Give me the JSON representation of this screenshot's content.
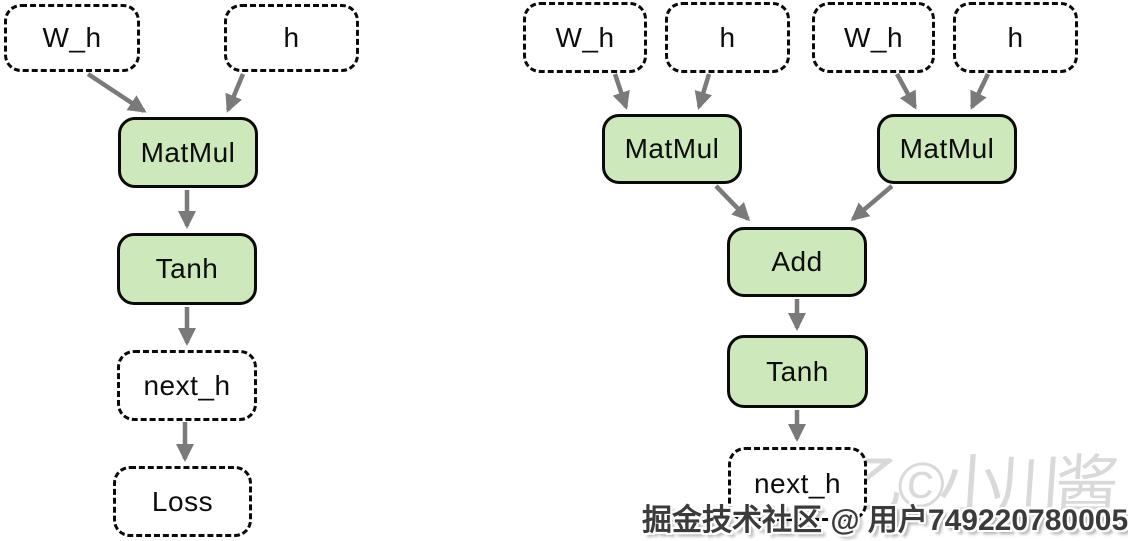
{
  "colors": {
    "op_fill": "#cde8ba",
    "node_border": "#0a0a0a",
    "arrow": "#7a7a7a",
    "watermark_color": "#3b3b3b",
    "faint_watermark_color": "#d9d9d9",
    "canvas_bg": "#ffffff"
  },
  "diagram": {
    "left_graph": {
      "nodes": [
        {
          "label": "W_h",
          "kind": "tensor-dashed"
        },
        {
          "label": "h",
          "kind": "tensor-dashed"
        },
        {
          "label": "MatMul",
          "kind": "op-green"
        },
        {
          "label": "Tanh",
          "kind": "op-green"
        },
        {
          "label": "next_h",
          "kind": "tensor-dashed"
        },
        {
          "label": "Loss",
          "kind": "tensor-dashed"
        }
      ],
      "edges": [
        "W_h -> MatMul",
        "h -> MatMul",
        "MatMul -> Tanh",
        "Tanh -> next_h",
        "next_h -> Loss"
      ]
    },
    "right_graph": {
      "nodes": [
        {
          "label": "W_h",
          "kind": "tensor-dashed"
        },
        {
          "label": "h",
          "kind": "tensor-dashed"
        },
        {
          "label": "W_h",
          "kind": "tensor-dashed"
        },
        {
          "label": "h",
          "kind": "tensor-dashed"
        },
        {
          "label": "MatMul",
          "kind": "op-green"
        },
        {
          "label": "MatMul",
          "kind": "op-green"
        },
        {
          "label": "Add",
          "kind": "op-green"
        },
        {
          "label": "Tanh",
          "kind": "op-green"
        },
        {
          "label": "next_h",
          "kind": "tensor-dashed"
        }
      ],
      "edges": [
        "W_h#1 -> MatMul#1",
        "h#1 -> MatMul#1",
        "W_h#2 -> MatMul#2",
        "h#2 -> MatMul#2",
        "MatMul#1 -> Add",
        "MatMul#2 -> Add",
        "Add -> Tanh",
        "Tanh -> next_h"
      ]
    }
  },
  "watermark": {
    "text": "掘金技术社区 @ 用户749220780005"
  },
  "faint_watermark": {
    "text": "乙©小川酱"
  }
}
